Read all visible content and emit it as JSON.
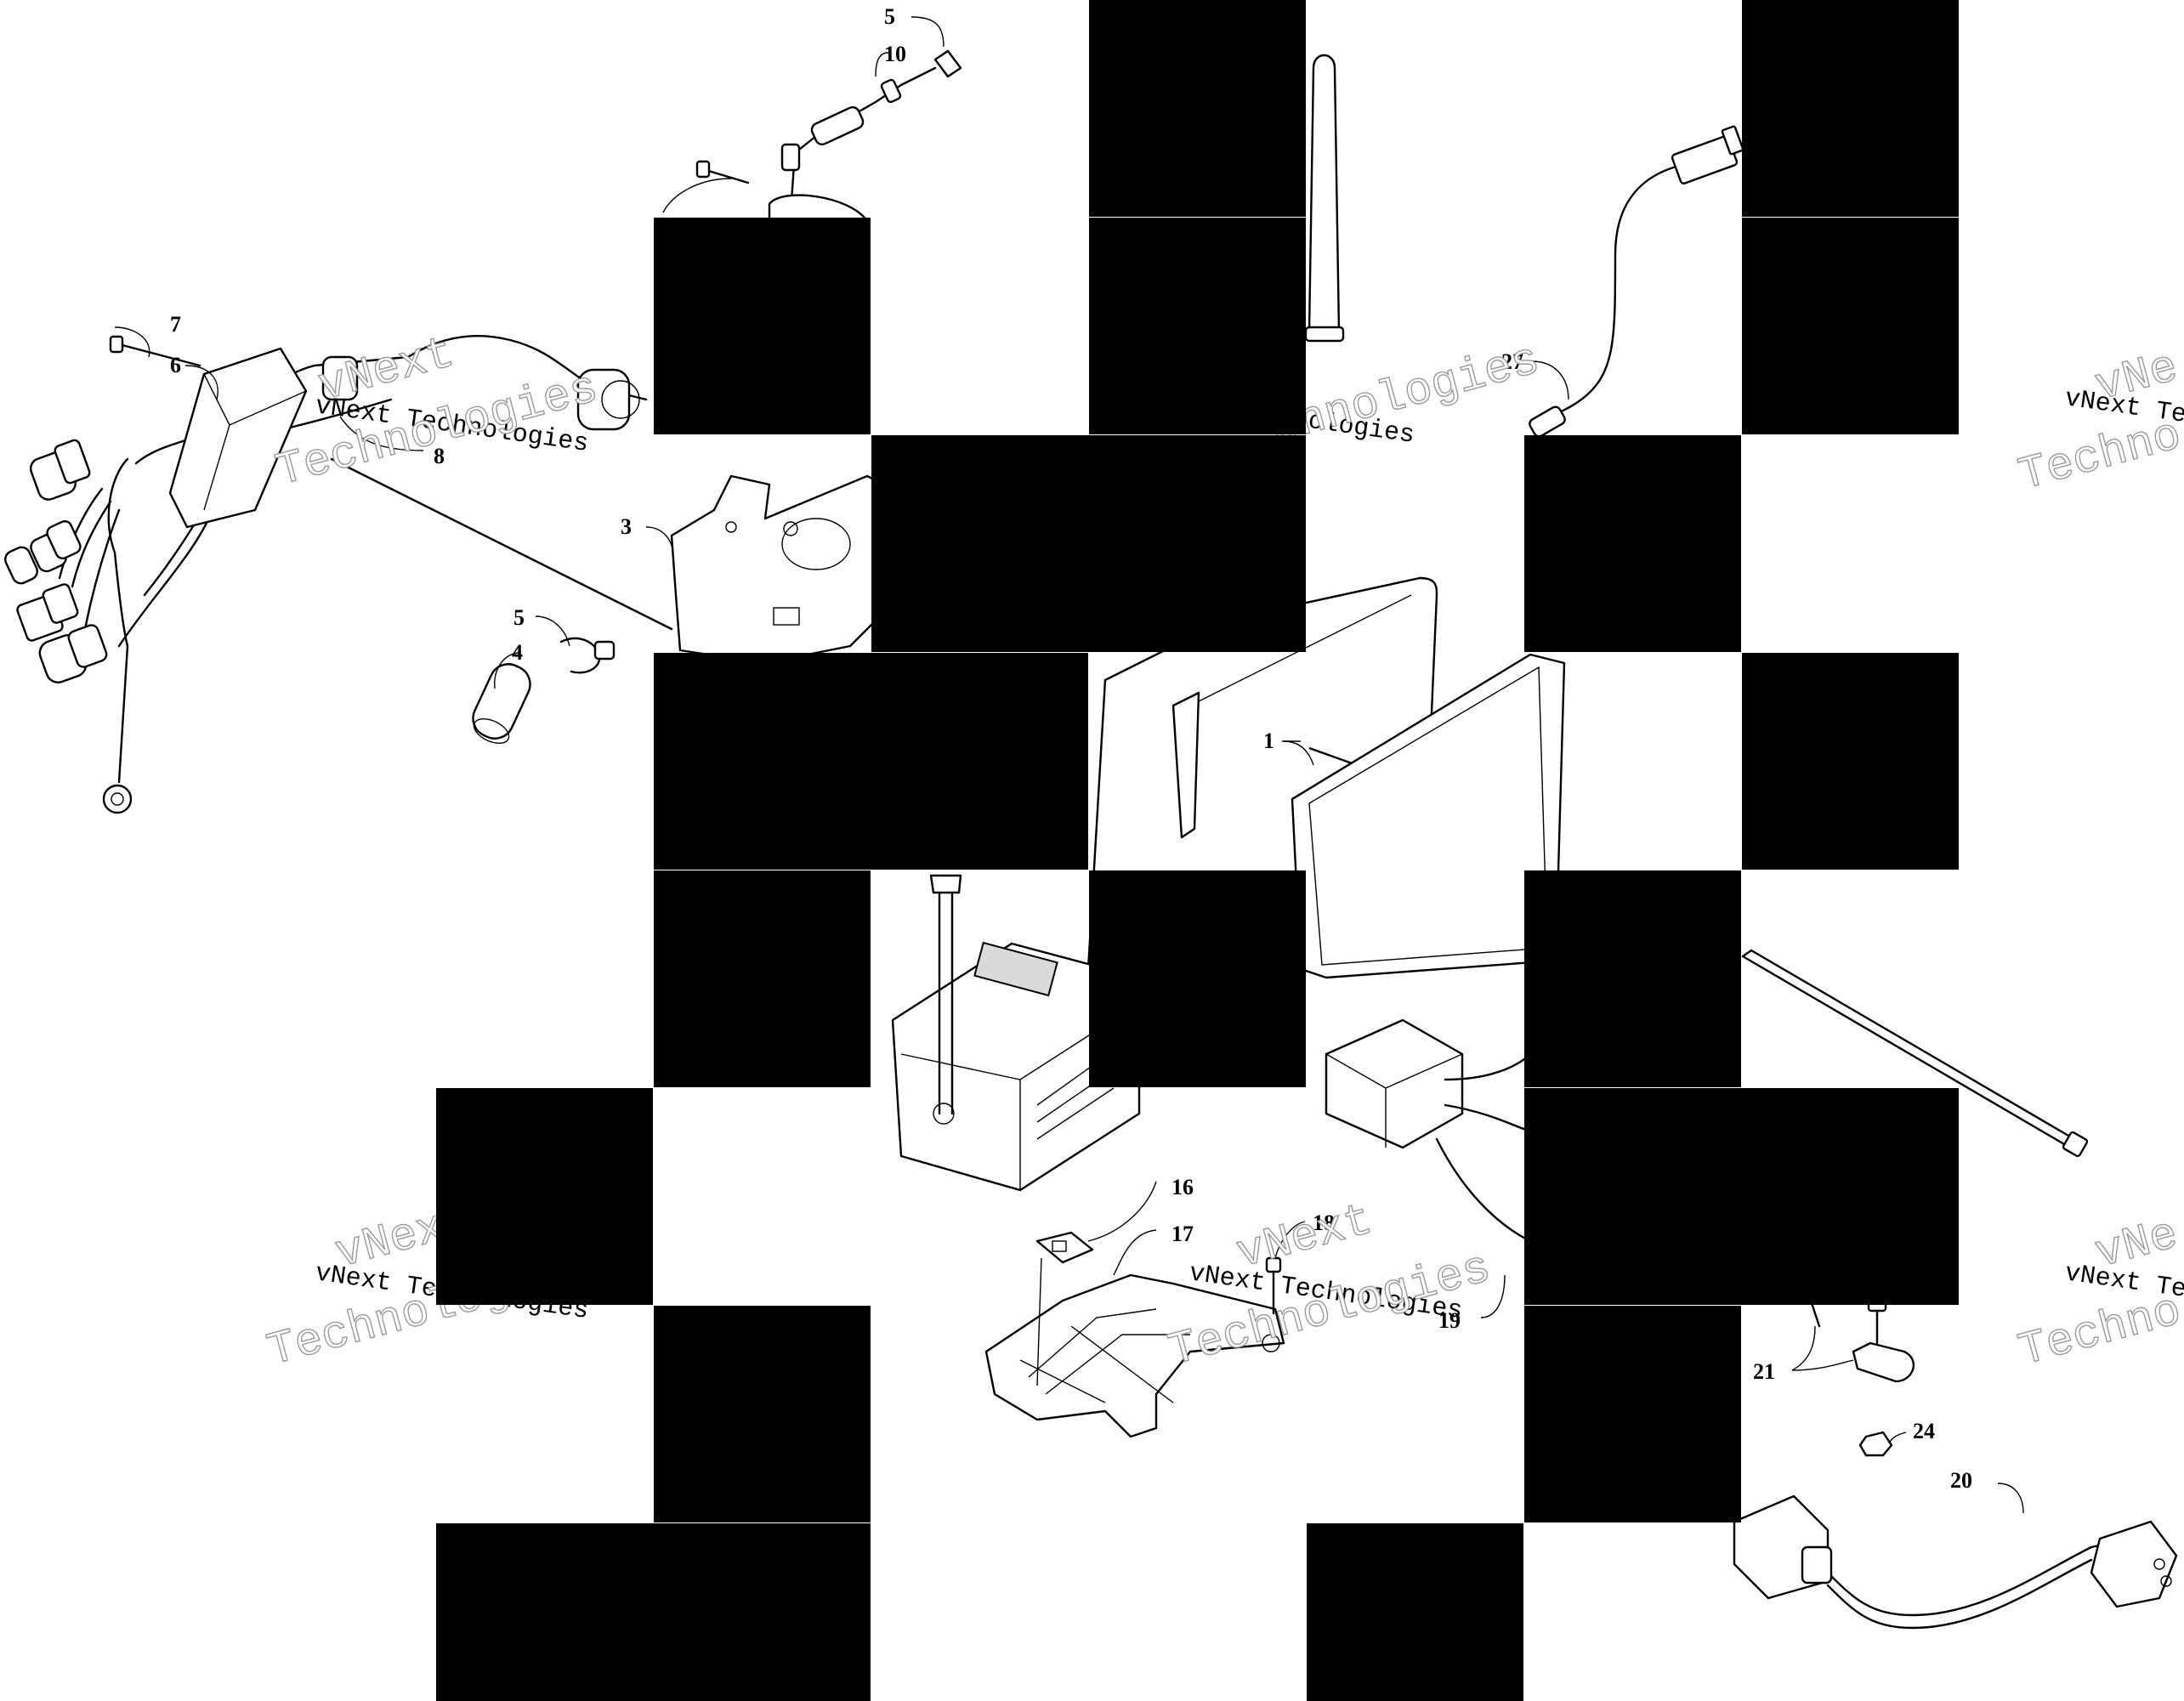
{
  "diagram": {
    "callouts": [
      "1",
      "3",
      "4",
      "5",
      "5",
      "6",
      "7",
      "8",
      "10",
      "16",
      "17",
      "18",
      "19",
      "20",
      "21",
      "24",
      "27"
    ],
    "watermark_line1": "vNext Technologies",
    "watermark_big_a": "vNext",
    "watermark_big_b": "Technologies",
    "watermark_partial_a": "vNe",
    "watermark_partial_b": "Techno",
    "watermark_partial_c": "nologies",
    "watermark_partial_d": "chnologies"
  },
  "colors": {
    "ink": "#000000",
    "mask": "#000000",
    "watermark_outline": "#9a9a9a",
    "background": "#ffffff"
  }
}
